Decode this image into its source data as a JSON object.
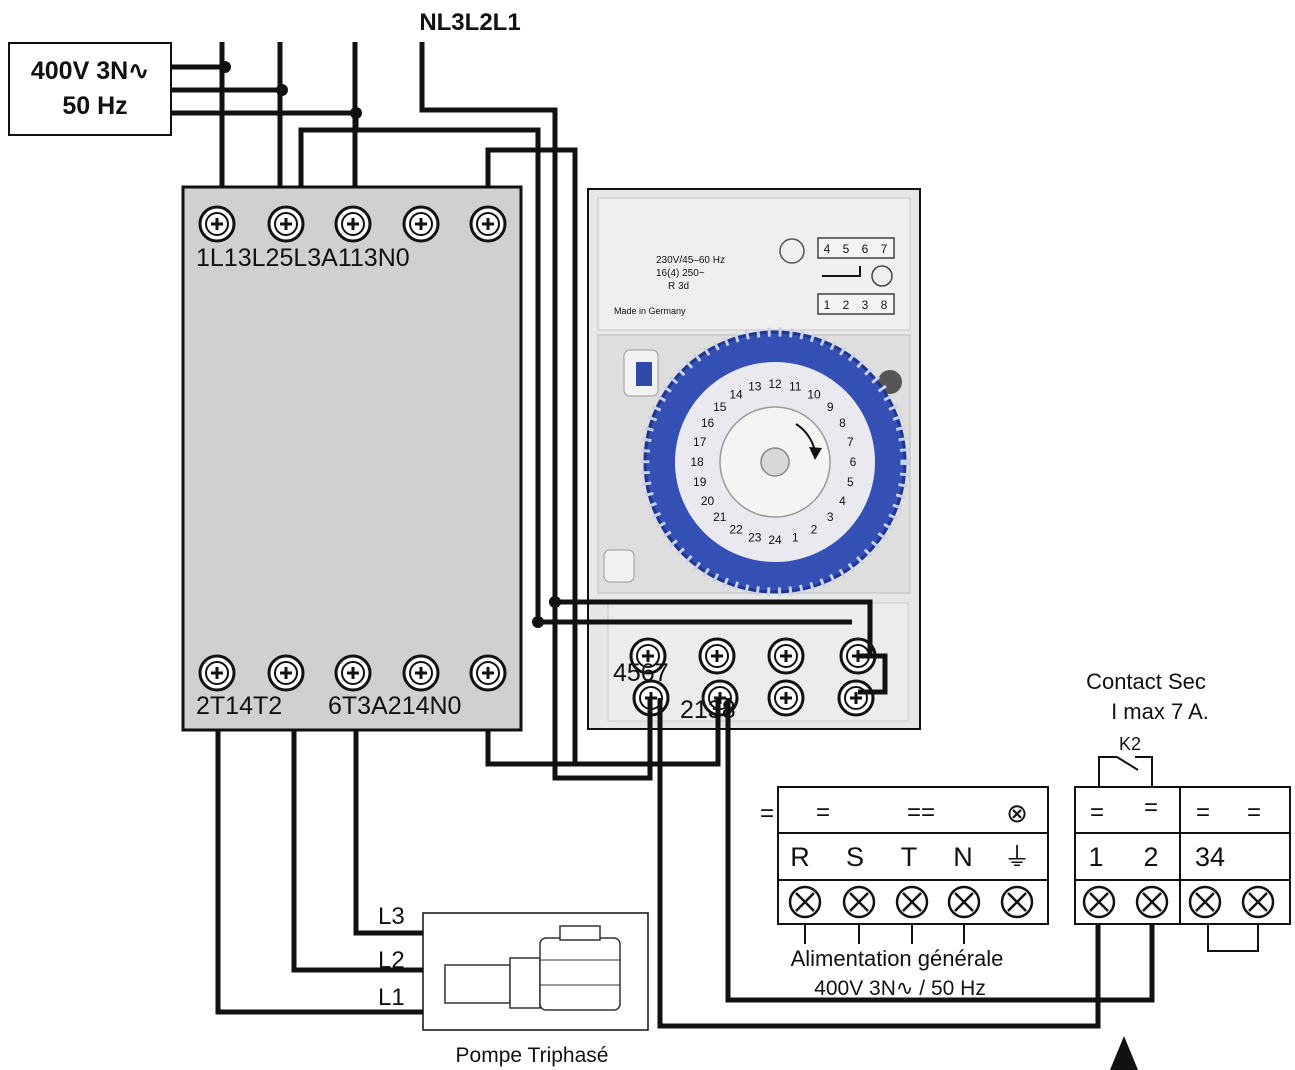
{
  "supply": {
    "voltage": "400V 3N∿",
    "frequency": "50 Hz",
    "phases_label": "NL3L2L1"
  },
  "contactor": {
    "top_terminals": [
      "1L1",
      "3L2",
      "5L3",
      "A1",
      "13N0"
    ],
    "bottom_terminals": [
      "2T1",
      "4T2",
      "6T3",
      "A2",
      "14N0"
    ]
  },
  "timer": {
    "spec_lines": [
      "230V/45–60 Hz",
      "16(4) 250~",
      "R 3d",
      "Made in Germany"
    ],
    "top_row_numbers": [
      "4",
      "5",
      "6",
      "7"
    ],
    "bottom_row_numbers": [
      "1",
      "2",
      "3",
      "8"
    ],
    "dial_hours": [
      "12",
      "11",
      "10",
      "9",
      "8",
      "7",
      "6",
      "5",
      "4",
      "3",
      "2",
      "1",
      "24",
      "23",
      "22",
      "21",
      "20",
      "19",
      "18",
      "17",
      "16",
      "15",
      "14",
      "13"
    ],
    "terminal_label_top": "4567",
    "terminal_label_bottom": "2138"
  },
  "pump": {
    "label": "Pompe Triphasé",
    "inputs": [
      "L3",
      "L2",
      "L1"
    ]
  },
  "main_block": {
    "header": [
      "=",
      "==",
      "⊗"
    ],
    "labels": [
      "R",
      "S",
      "T",
      "N",
      "⏚"
    ],
    "caption_line1": "Alimentation générale",
    "caption_line2": "400V 3N∿ / 50 Hz",
    "prefix": "="
  },
  "dry_contact": {
    "title_line1": "Contact Sec",
    "title_line2": "I max 7 A.",
    "relay": "K2",
    "header": [
      "=",
      "=",
      "=",
      "="
    ],
    "labels": [
      "1",
      "2",
      "34"
    ]
  }
}
